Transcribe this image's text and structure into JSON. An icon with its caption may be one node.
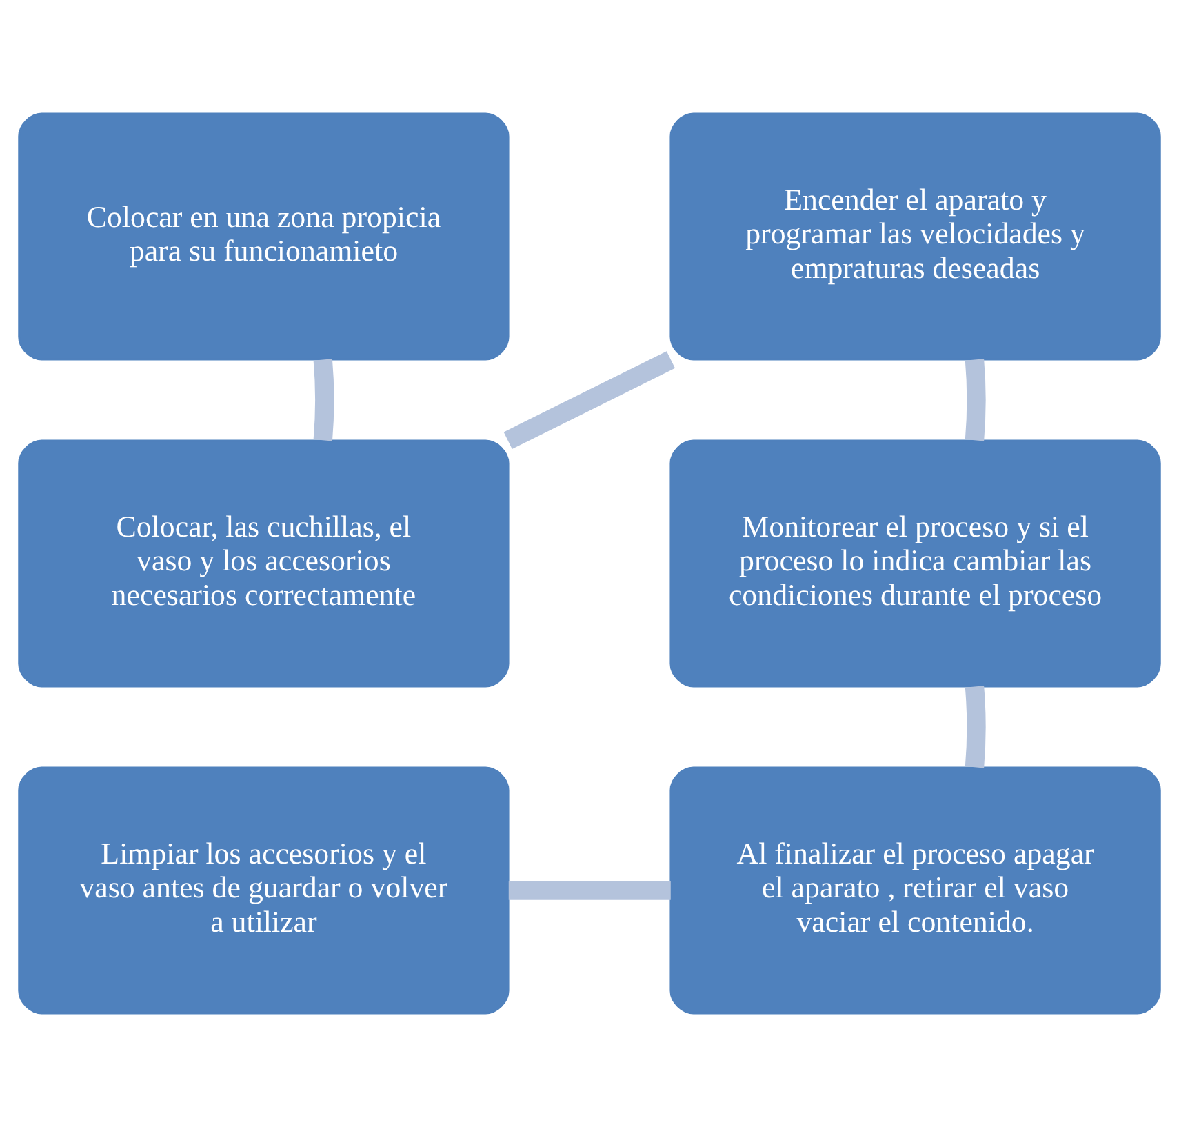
{
  "diagram": {
    "nodes": [
      {
        "text": [
          "Colocar en una zona propicia para su funcionamieto"
        ]
      },
      {
        "text": [
          "Colocar, las cuchillas, el vaso y los accesorios necesarios correctamente"
        ]
      },
      {
        "text": [
          "Encender el aparato y programar las velocidades y empraturas deseadas"
        ]
      },
      {
        "text": [
          "Monitorear el proceso y si el proceso lo indica cambiar las condiciones durante el proceso"
        ]
      },
      {
        "text": [
          "Al finalizar el proceso apagar el aparato , retirar el vaso vaciar el contenido."
        ]
      },
      {
        "text": [
          "Limpiar los accesorios y el vaso antes de guardar o volver a utilizar"
        ]
      }
    ],
    "edges": [
      {
        "from": 0,
        "to": 1,
        "arrow": "none"
      },
      {
        "from": 1,
        "to": 2,
        "arrow": "none"
      },
      {
        "from": 2,
        "to": 3,
        "arrow": "none"
      },
      {
        "from": 3,
        "to": 4,
        "arrow": "none"
      },
      {
        "from": 4,
        "to": 5,
        "arrow": "none"
      }
    ]
  }
}
